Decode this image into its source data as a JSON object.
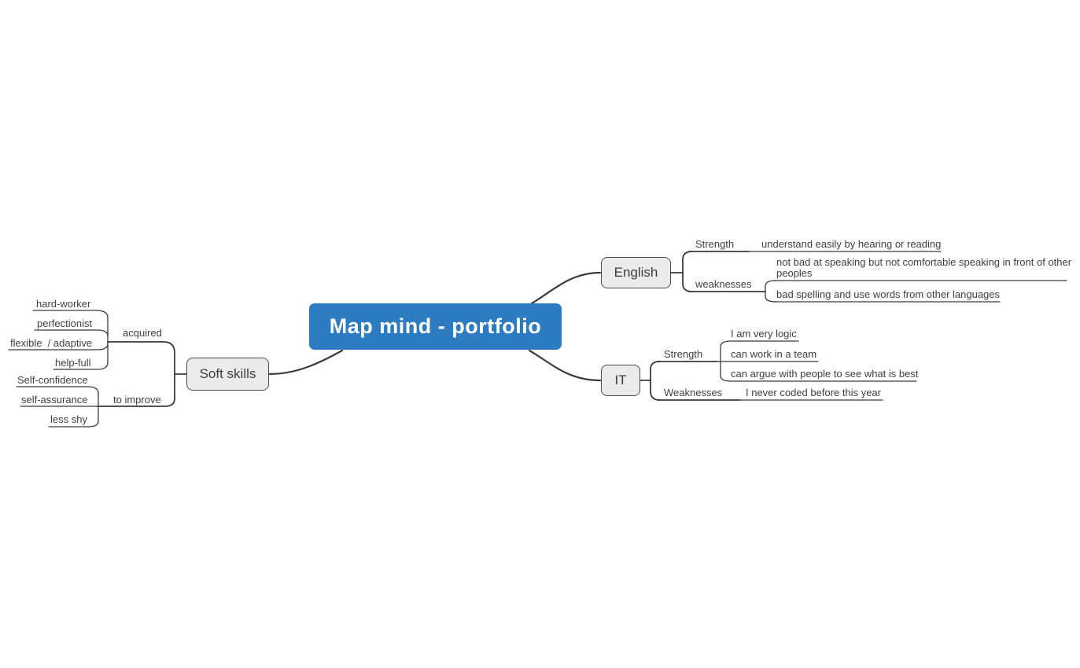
{
  "app": {
    "name": "mind map canvas"
  },
  "colors": {
    "root_fill": "#2d7cc2",
    "root_text": "#ffffff",
    "node_fill": "#ebebeb",
    "node_border": "#4a4a4a",
    "line": "#3b3b3b",
    "text": "#3f3f3f",
    "background": "#ffffff"
  },
  "root": {
    "label": "Map mind - portfolio"
  },
  "branches": {
    "soft_skills": {
      "label": "Soft skills",
      "children": {
        "acquired": {
          "label": "acquired",
          "children": [
            "hard-worker",
            "perfectionist",
            "flexible  / adaptive",
            "help-full"
          ]
        },
        "to_improve": {
          "label": "to improve",
          "children": [
            "Self-confidence",
            "self-assurance",
            "less shy"
          ]
        }
      }
    },
    "english": {
      "label": "English",
      "children": {
        "strength": {
          "label": "Strength",
          "children": [
            "understand easily by hearing or reading"
          ]
        },
        "weaknesses": {
          "label": "weaknesses",
          "children": [
            "not bad at speaking but not comfortable speaking in front of other peoples",
            "bad spelling and use words from other languages"
          ]
        }
      }
    },
    "it": {
      "label": "IT",
      "children": {
        "strength": {
          "label": "Strength",
          "children": [
            "I am very logic",
            "can work in a team",
            "can argue with people to see what is best"
          ]
        },
        "weaknesses": {
          "label": "Weaknesses",
          "children": [
            "I never coded before this year"
          ]
        }
      }
    }
  }
}
